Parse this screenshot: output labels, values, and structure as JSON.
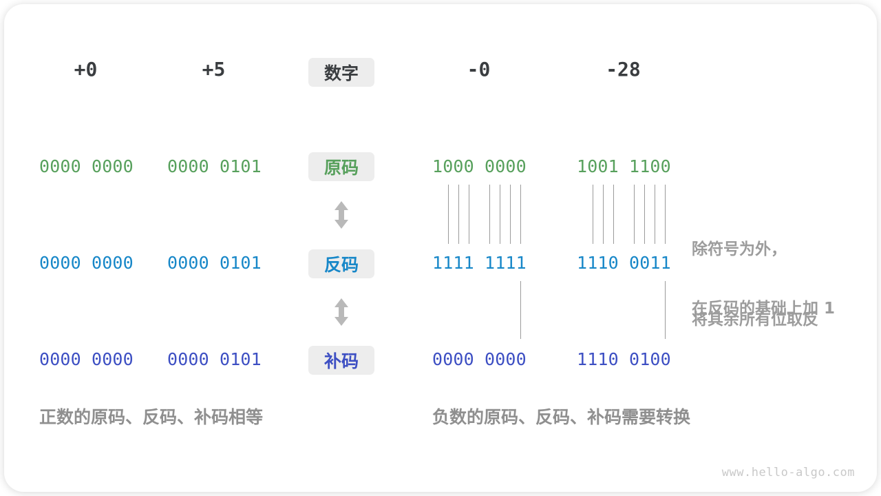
{
  "header": {
    "numbers": [
      "+0",
      "+5",
      "-0",
      "-28"
    ],
    "label": "数字"
  },
  "rows": [
    {
      "label": "原码",
      "values": [
        "0000 0000",
        "0000 0101",
        "1000 0000",
        "1001 1100"
      ]
    },
    {
      "label": "反码",
      "values": [
        "0000 0000",
        "0000 0101",
        "1111 1111",
        "1110 0011"
      ]
    },
    {
      "label": "补码",
      "values": [
        "0000 0000",
        "0000 0101",
        "0000 0000",
        "1110 0100"
      ]
    }
  ],
  "annotations": {
    "invert_line1": "除符号为外，",
    "invert_line2": "将其余所有位取反",
    "add_one": "在反码的基础上加 1"
  },
  "captions": {
    "positive": "正数的原码、反码、补码相等",
    "negative": "负数的原码、反码、补码需要转换"
  },
  "watermark": "www.hello-algo.com",
  "colors": {
    "sign_magnitude_green": "#57a05c",
    "ones_complement_blue": "#1787c8",
    "twos_complement_indigo": "#3d4fc3"
  }
}
